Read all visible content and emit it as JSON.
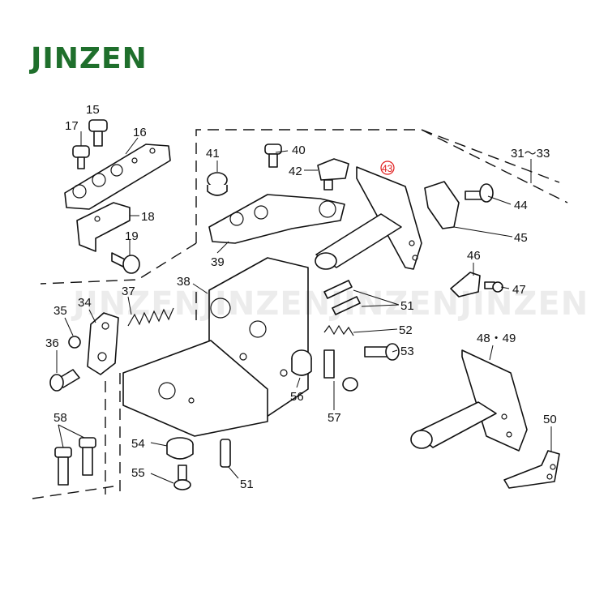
{
  "brand": {
    "name": "JINZEN",
    "color": "#1f6f2c"
  },
  "watermark": "JINZENJINZENJINZENJINZEN",
  "callouts": {
    "p15": "15",
    "p16": "16",
    "p17": "17",
    "p18": "18",
    "p19": "19",
    "p31_33": "31～33",
    "p34": "34",
    "p35": "35",
    "p36": "36",
    "p37": "37",
    "p38": "38",
    "p39": "39",
    "p40": "40",
    "p41": "41",
    "p42": "42",
    "p43": "43",
    "p44": "44",
    "p45": "45",
    "p46": "46",
    "p47": "47",
    "p48_49": "48・49",
    "p50": "50",
    "p51a": "51",
    "p51b": "51",
    "p52": "52",
    "p53": "53",
    "p54": "54",
    "p55": "55",
    "p56": "56",
    "p57": "57",
    "p58": "58"
  },
  "highlight_color": "#e01b1b"
}
